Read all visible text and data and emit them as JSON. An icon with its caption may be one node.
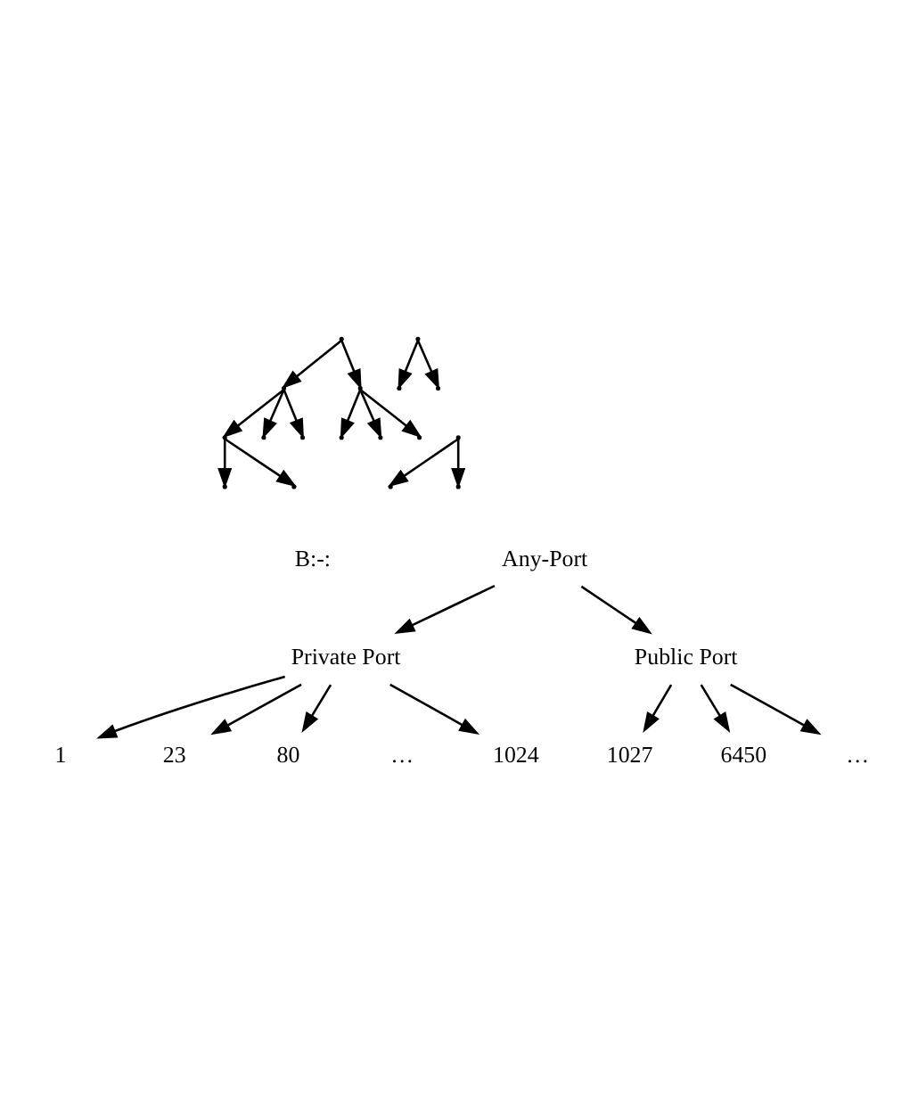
{
  "diagram": {
    "nodes": [
      {
        "text": [],
        "shape": "point"
      },
      {
        "text": [],
        "shape": "point"
      },
      {
        "text": [],
        "shape": "point"
      },
      {
        "text": [],
        "shape": "point"
      },
      {
        "text": [],
        "shape": "point"
      },
      {
        "text": [],
        "shape": "point"
      },
      {
        "text": [],
        "shape": "point"
      },
      {
        "text": [],
        "shape": "point"
      },
      {
        "text": [],
        "shape": "point"
      },
      {
        "text": [],
        "shape": "point"
      },
      {
        "text": [],
        "shape": "point"
      },
      {
        "text": [],
        "shape": "point"
      },
      {
        "text": [],
        "shape": "point"
      },
      {
        "text": [],
        "shape": "point"
      },
      {
        "text": [],
        "shape": "point"
      },
      {
        "text": [],
        "shape": "point"
      },
      {
        "text": [],
        "shape": "point"
      },
      {
        "text": [
          "Any-Port"
        ]
      },
      {
        "text": [
          "Private Port"
        ]
      },
      {
        "text": [
          "Public Port"
        ]
      },
      {
        "text": [
          "1"
        ]
      },
      {
        "text": [
          "23"
        ]
      },
      {
        "text": [
          "80"
        ]
      },
      {
        "text": [
          "1024"
        ]
      },
      {
        "text": [
          "1027"
        ]
      },
      {
        "text": [
          "6450"
        ]
      },
      {
        "text": [
          "…"
        ]
      }
    ],
    "edges": [
      {
        "from": 0,
        "to": 1,
        "arrow": "to"
      },
      {
        "from": 0,
        "to": 2,
        "arrow": "to"
      },
      {
        "from": 1,
        "to": 3,
        "arrow": "to"
      },
      {
        "from": 1,
        "to": 4,
        "arrow": "to"
      },
      {
        "from": 1,
        "to": 5,
        "arrow": "to"
      },
      {
        "from": 2,
        "to": 6,
        "arrow": "to"
      },
      {
        "from": 2,
        "to": 7,
        "arrow": "to"
      },
      {
        "from": 2,
        "to": 8,
        "arrow": "to"
      },
      {
        "from": 3,
        "to": 9,
        "arrow": "to"
      },
      {
        "from": 3,
        "to": 10,
        "arrow": "to"
      },
      {
        "from": 11,
        "to": 12,
        "arrow": "to"
      },
      {
        "from": 11,
        "to": 13,
        "arrow": "to"
      },
      {
        "from": 14,
        "to": 15,
        "arrow": "to"
      },
      {
        "from": 14,
        "to": 16,
        "arrow": "to"
      },
      {
        "from": 17,
        "to": 18,
        "arrow": "to"
      },
      {
        "from": 17,
        "to": 19,
        "arrow": "to"
      },
      {
        "from": 18,
        "to": 20,
        "arrow": "to"
      },
      {
        "from": 18,
        "to": 21,
        "arrow": "to"
      },
      {
        "from": 18,
        "to": 22,
        "arrow": "to"
      },
      {
        "from": 18,
        "to": 23,
        "arrow": "to"
      },
      {
        "from": 19,
        "to": 24,
        "arrow": "to"
      },
      {
        "from": 19,
        "to": 25,
        "arrow": "to"
      },
      {
        "from": 19,
        "to": 26,
        "arrow": "to"
      }
    ],
    "labels": [
      "B:-:",
      "…"
    ]
  }
}
